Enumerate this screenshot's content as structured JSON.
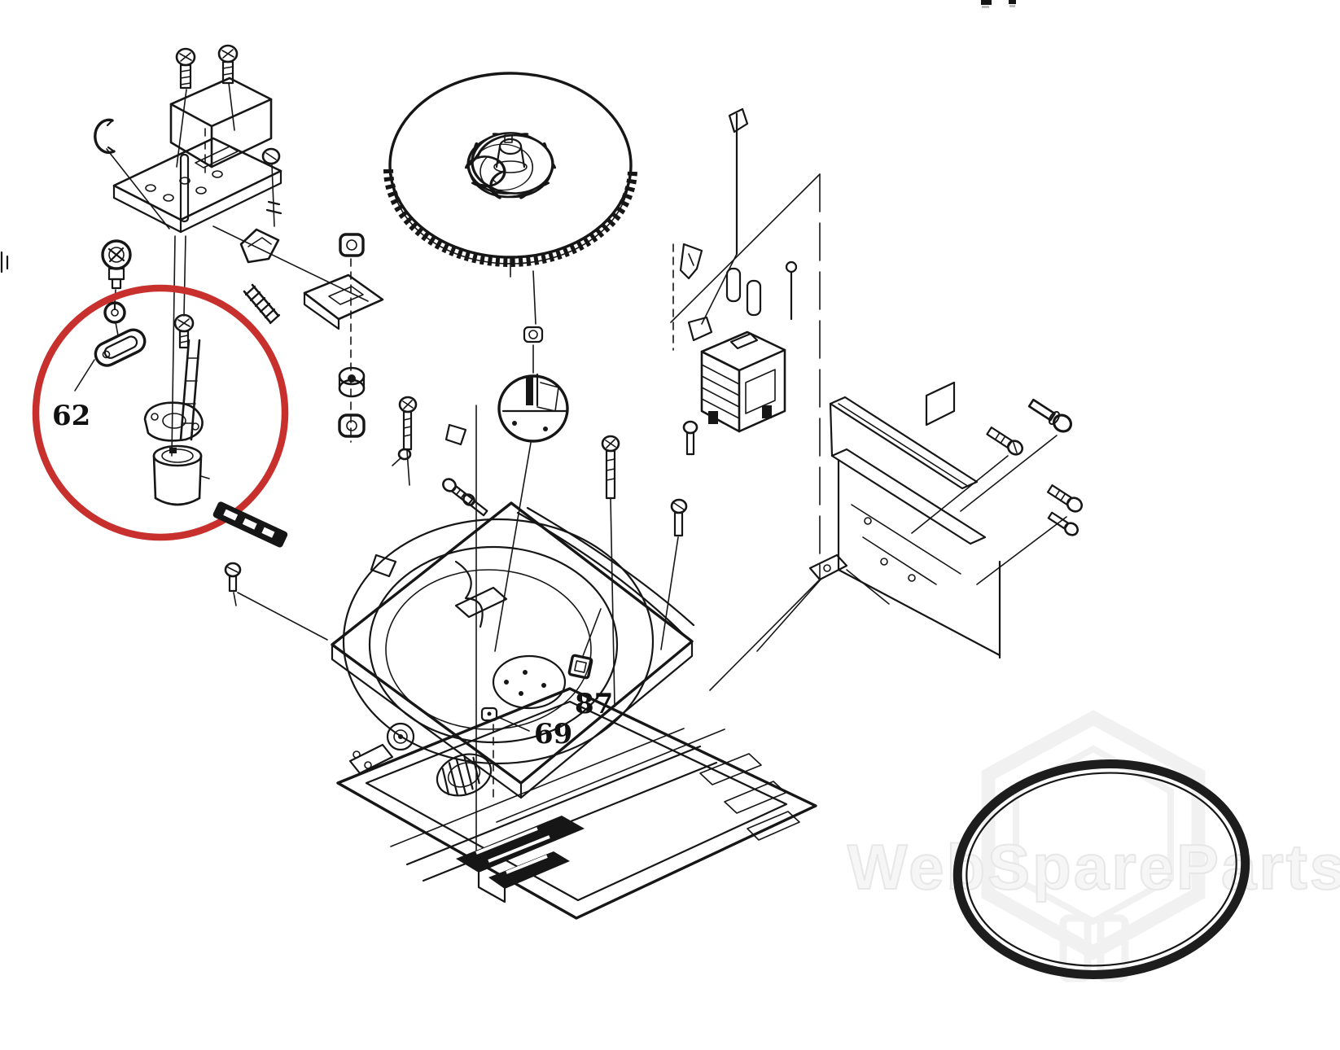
{
  "diagram": {
    "part_labels": [
      {
        "id": "62",
        "text": "62"
      },
      {
        "id": "87",
        "text": "87"
      },
      {
        "id": "69",
        "text": "69"
      }
    ],
    "watermark": {
      "text": "WebSpareParts"
    },
    "colors": {
      "highlight": "#c8302e",
      "line": "#161616",
      "belt": "#1d1d1d",
      "watermark_text": "#f6f6f6",
      "watermark_outline": "#e7e7e7"
    }
  }
}
